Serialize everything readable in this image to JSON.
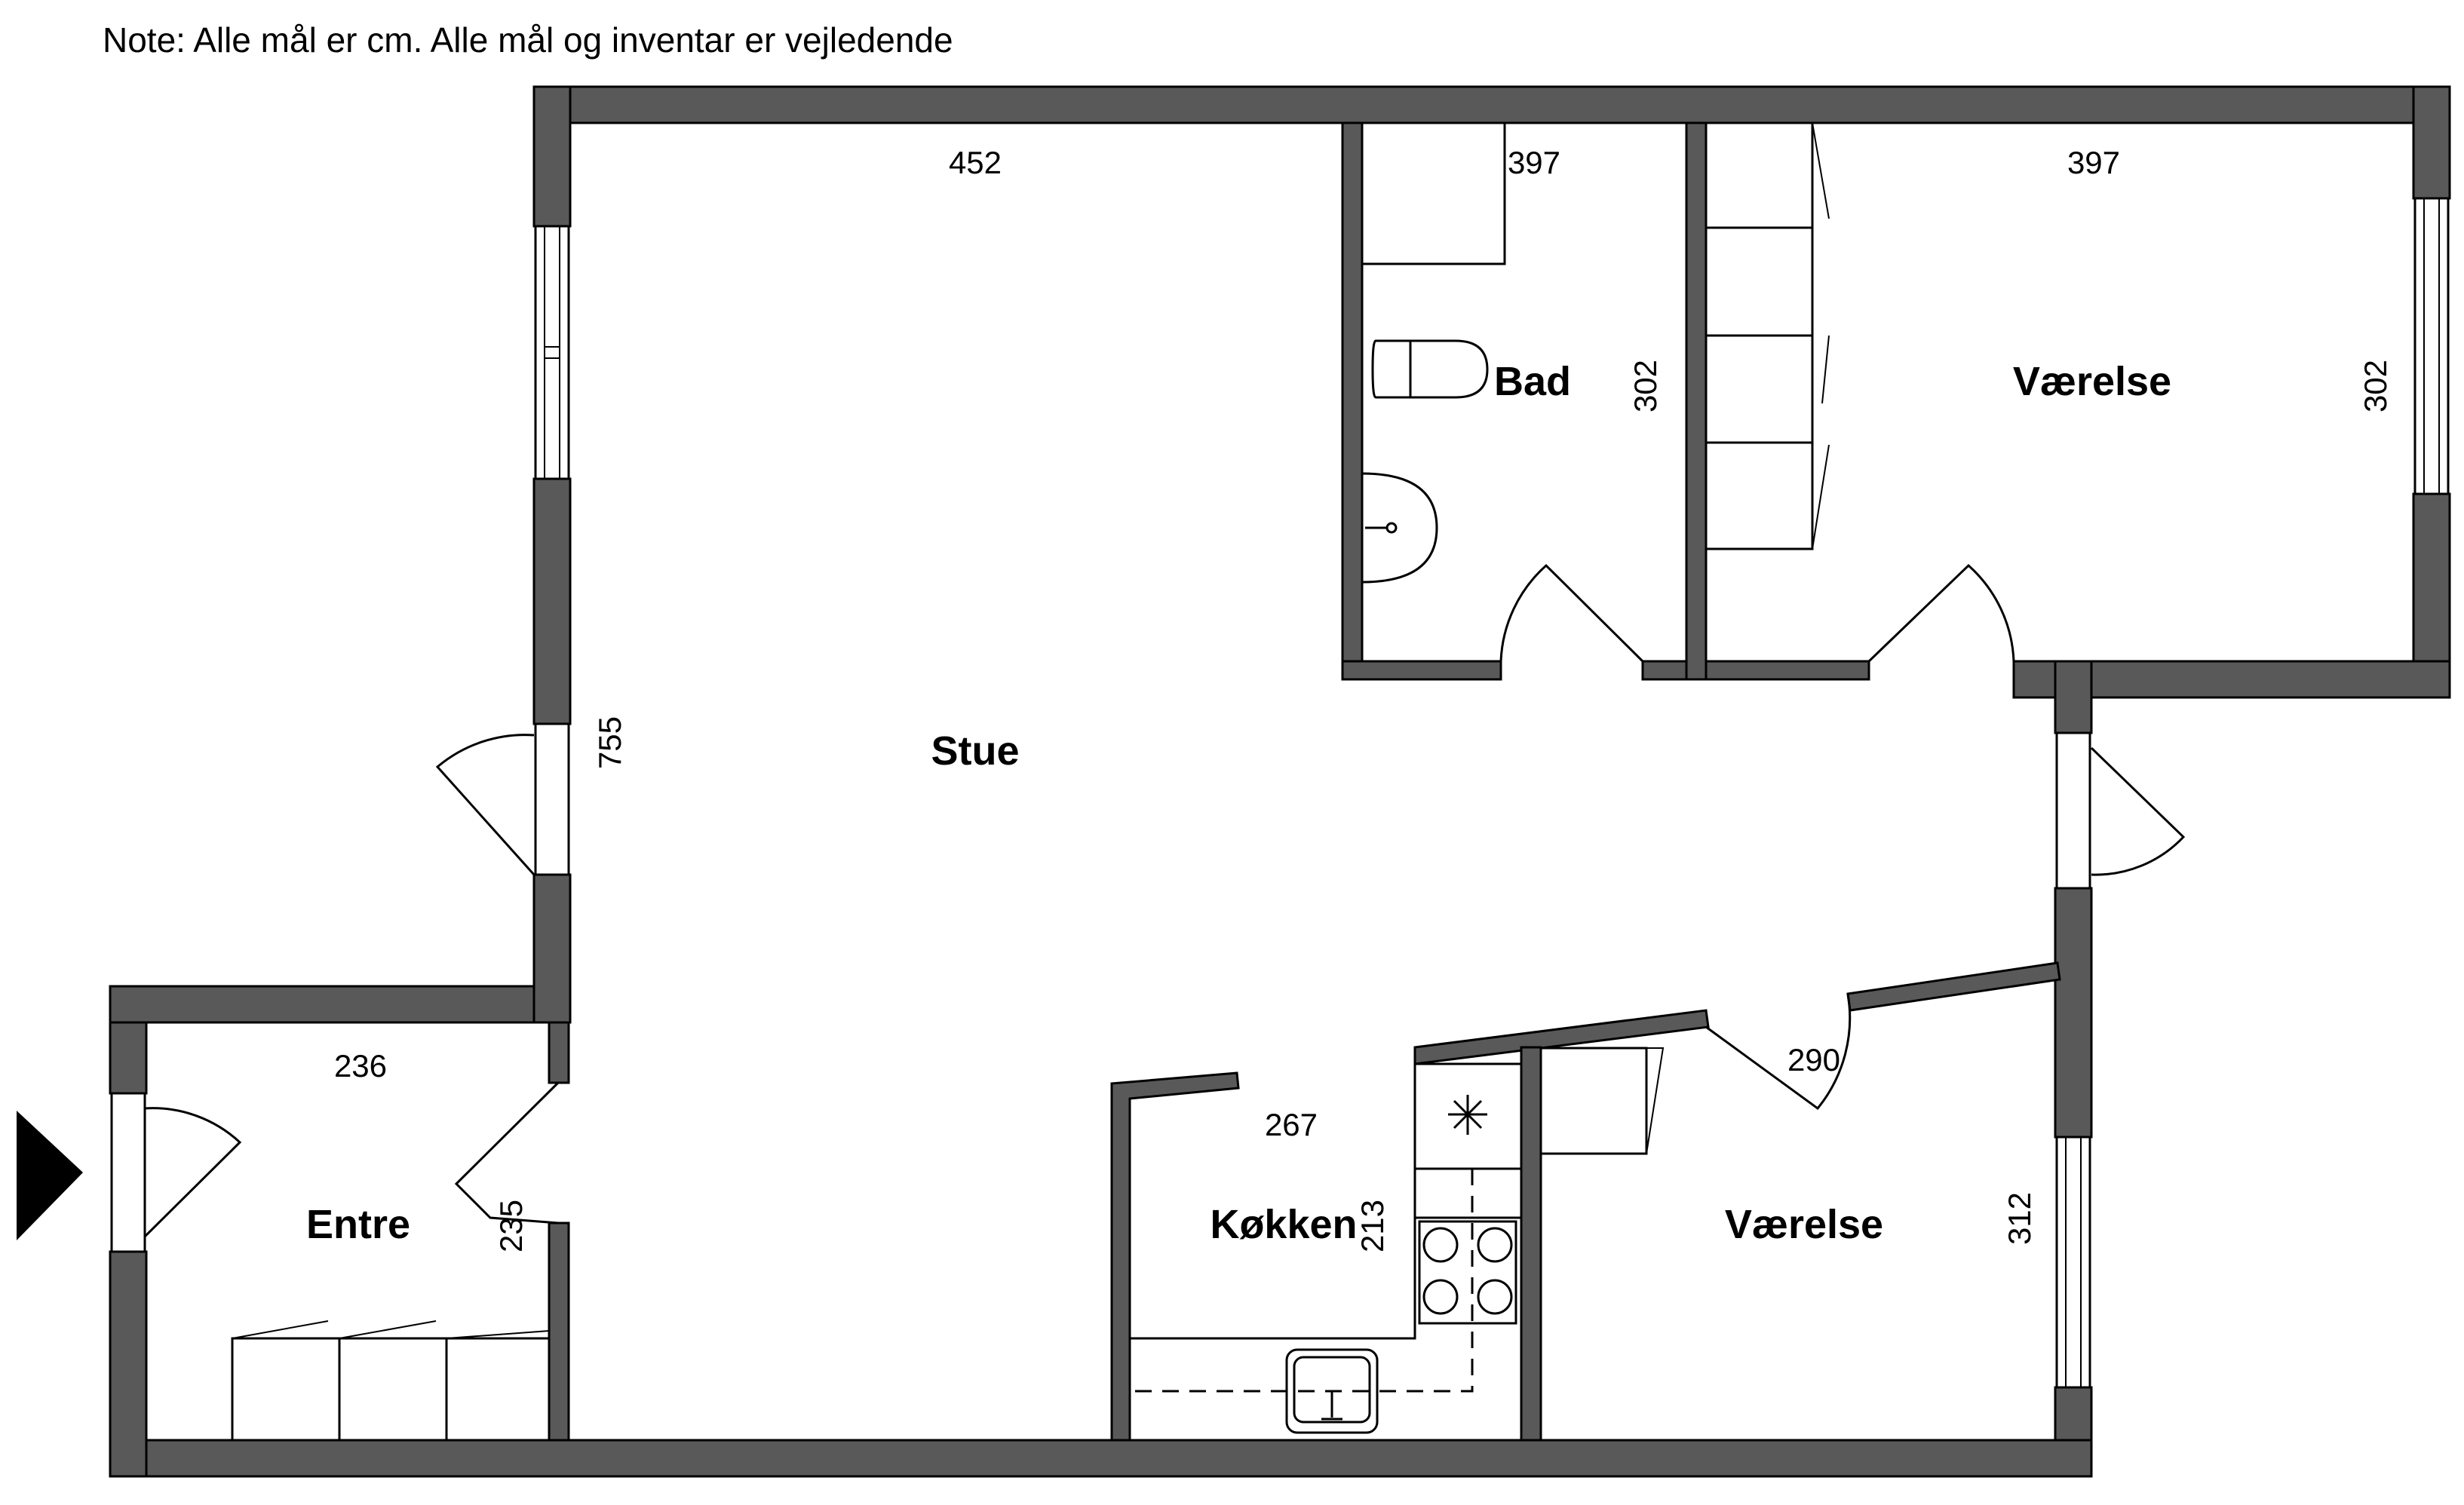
{
  "note": "Note: Alle mål er cm. Alle mål og inventar er vejledende",
  "rooms": {
    "stue": "Stue",
    "bad": "Bad",
    "vaerelse_top": "Værelse",
    "entre": "Entre",
    "koekken": "Køkken",
    "vaerelse_bottom": "Værelse"
  },
  "dimensions": {
    "stue_width": "452",
    "stue_depth": "755",
    "bad_width": "397",
    "bad_depth": "302",
    "vaerelse_top_width": "397",
    "vaerelse_top_depth": "302",
    "entre_width": "236",
    "entre_depth": "235",
    "koekken_width": "267",
    "koekken_depth": "213",
    "vaerelse_bottom_width": "290",
    "vaerelse_bottom_depth": "312"
  },
  "icons": {
    "entrance": "entrance-arrow-icon"
  }
}
